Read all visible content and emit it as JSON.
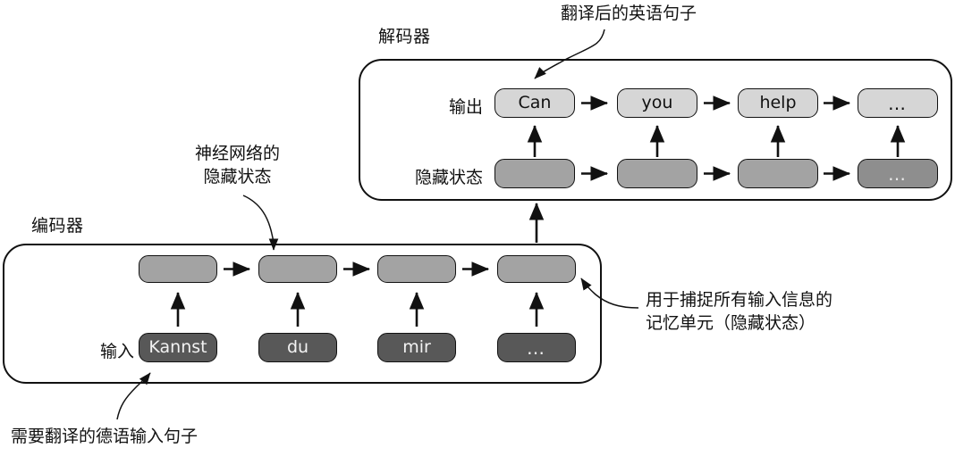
{
  "diagram": {
    "title": "Encoder-Decoder RNN sequence-to-sequence translation diagram",
    "colors": {
      "output_cell": "#d6d6d6",
      "hidden_cell": "#a3a3a3",
      "hidden_cell_last": "#8e8e8e",
      "input_cell": "#585858",
      "stroke": "#111111",
      "background": "#ffffff"
    }
  },
  "decoder": {
    "title": "解码器",
    "rows": [
      {
        "label": "输出",
        "cells": [
          {
            "text": "Can",
            "kind": "output"
          },
          {
            "text": "you",
            "kind": "output"
          },
          {
            "text": "help",
            "kind": "output"
          },
          {
            "text": "…",
            "kind": "output"
          }
        ]
      },
      {
        "label": "隐藏状态",
        "cells": [
          {
            "text": "",
            "kind": "hidden"
          },
          {
            "text": "",
            "kind": "hidden"
          },
          {
            "text": "",
            "kind": "hidden"
          },
          {
            "text": "…",
            "kind": "hidden-dim"
          }
        ]
      }
    ]
  },
  "encoder": {
    "title": "编码器",
    "rows": [
      {
        "label": "",
        "cells": [
          {
            "text": "",
            "kind": "hidden"
          },
          {
            "text": "",
            "kind": "hidden"
          },
          {
            "text": "",
            "kind": "hidden"
          },
          {
            "text": "",
            "kind": "hidden"
          }
        ]
      },
      {
        "label": "输入",
        "cells": [
          {
            "text": "Kannst",
            "kind": "input"
          },
          {
            "text": "du",
            "kind": "input"
          },
          {
            "text": "mir",
            "kind": "input"
          },
          {
            "text": "…",
            "kind": "input"
          }
        ]
      }
    ]
  },
  "annotations": {
    "translated_sentence": "翻译后的英语句子",
    "hidden_state_of_nn": {
      "line1": "神经网络的",
      "line2": "隐藏状态"
    },
    "memory_cell": {
      "line1": "用于捕捉所有输入信息的",
      "line2": "记忆单元（隐藏状态）"
    },
    "german_input_sentence": "需要翻译的德语输入句子"
  }
}
